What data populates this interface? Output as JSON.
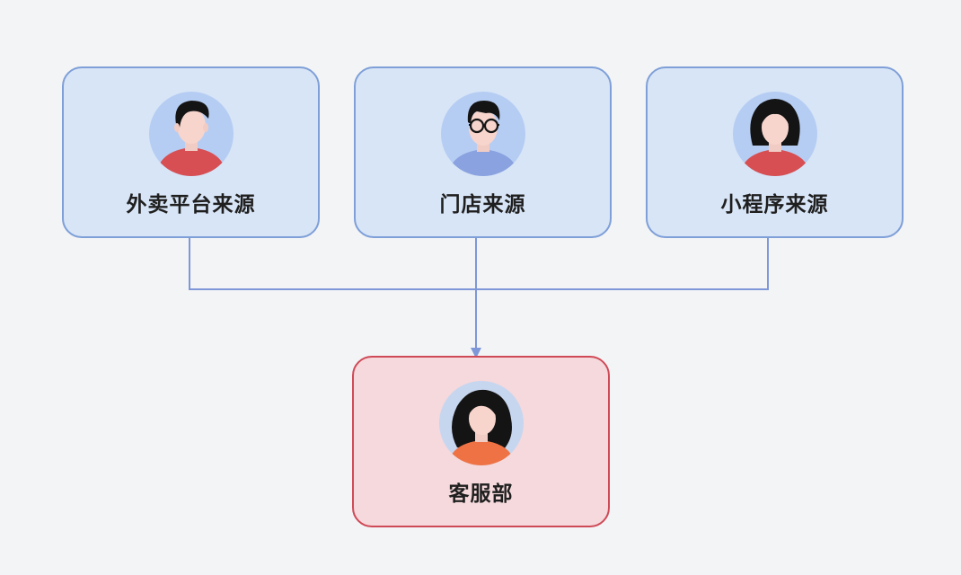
{
  "nodes": {
    "waimai": {
      "label": "外卖平台来源",
      "icon": "man-avatar-icon"
    },
    "store": {
      "label": "门店来源",
      "icon": "man-with-glasses-avatar-icon"
    },
    "miniprogram": {
      "label": "小程序来源",
      "icon": "woman-avatar-icon"
    },
    "service": {
      "label": "客服部",
      "icon": "woman-avatar-icon"
    }
  },
  "colors": {
    "background": "#f3f4f6",
    "source_fill": "#d8e5f6",
    "source_border": "#7e9fd8",
    "target_fill": "#f5d9dc",
    "target_border": "#cf4a57",
    "connector": "#7e97d8"
  }
}
